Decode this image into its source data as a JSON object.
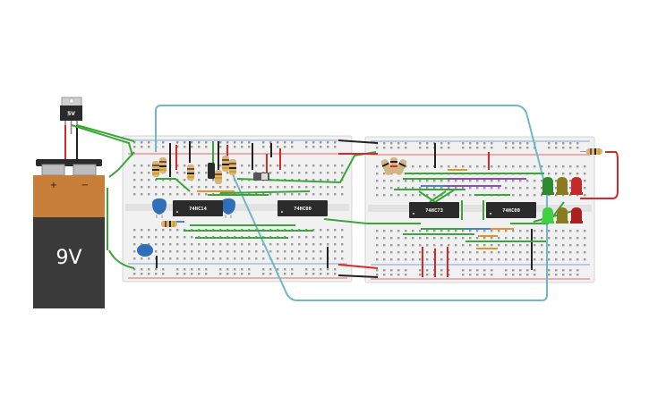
{
  "regulator": {
    "label": "5V"
  },
  "battery": {
    "label": "9V",
    "plus": "+",
    "minus": "−"
  },
  "chips": [
    {
      "id": "u1",
      "label": "74HC14"
    },
    {
      "id": "u2",
      "label": "74HC00"
    },
    {
      "id": "u3",
      "label": "74HC73"
    },
    {
      "id": "u4",
      "label": "74HC00"
    }
  ],
  "colors": {
    "board": "#f1f1f1",
    "rail_red": "#d83b3b",
    "rail_blue": "#5b8cc8",
    "wire_green": "#3aa63a",
    "wire_black": "#222222",
    "wire_red": "#d42a2a",
    "wire_cyan": "#6fb7c9",
    "wire_purple": "#8a4fb8",
    "wire_orange": "#e8932a",
    "wire_blue": "#4a84d0",
    "chip": "#2b2b2b",
    "battery_top": "#c87f3a",
    "battery_body": "#3a3a3a",
    "capacitor": "#2f6fb8",
    "led_green": "#2fa52f",
    "led_olive": "#8a7a20",
    "led_red": "#b52323"
  }
}
